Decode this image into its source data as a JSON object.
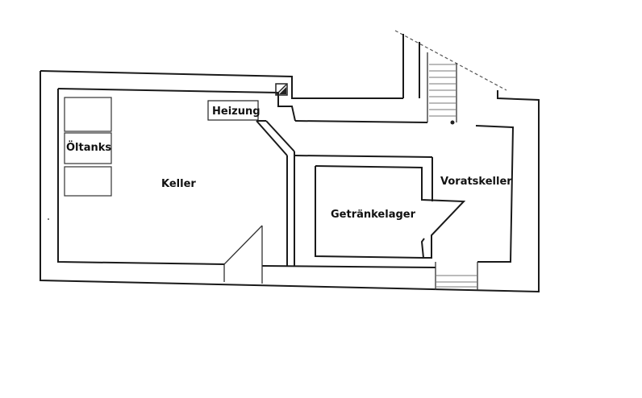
{
  "rooms": {
    "keller": "Keller",
    "heizung": "Heizung",
    "oeltanks": "Öltanks",
    "getraenkelager": "Getränkelager",
    "vorratskeller": "Voratskeller"
  }
}
